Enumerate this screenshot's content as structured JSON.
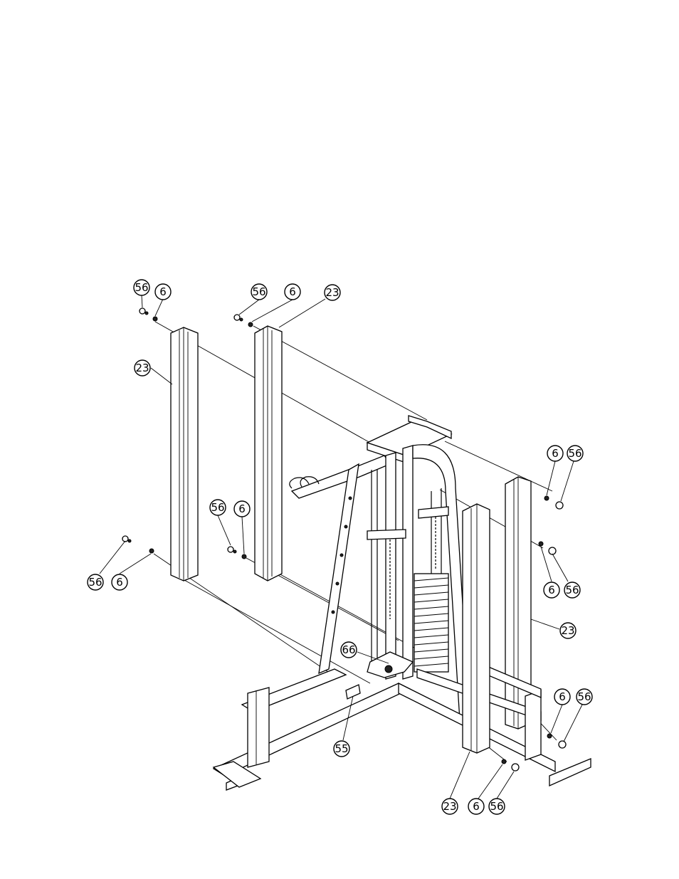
{
  "diagram": {
    "labels": {
      "l56_a": "56",
      "l6_a": "6",
      "l56_b": "56",
      "l6_b": "6",
      "l23_b": "23",
      "l23_a": "23",
      "l6_c": "6",
      "l56_c": "56",
      "l56_d": "56",
      "l6_d": "6",
      "l56_e": "56",
      "l6_e": "6",
      "l6_f": "6",
      "l56_f": "56",
      "l23_c": "23",
      "l66": "66",
      "l6_g": "6",
      "l56_g": "56",
      "l55": "55",
      "l23_d": "23",
      "l6_h": "6",
      "l56_h": "56"
    }
  }
}
